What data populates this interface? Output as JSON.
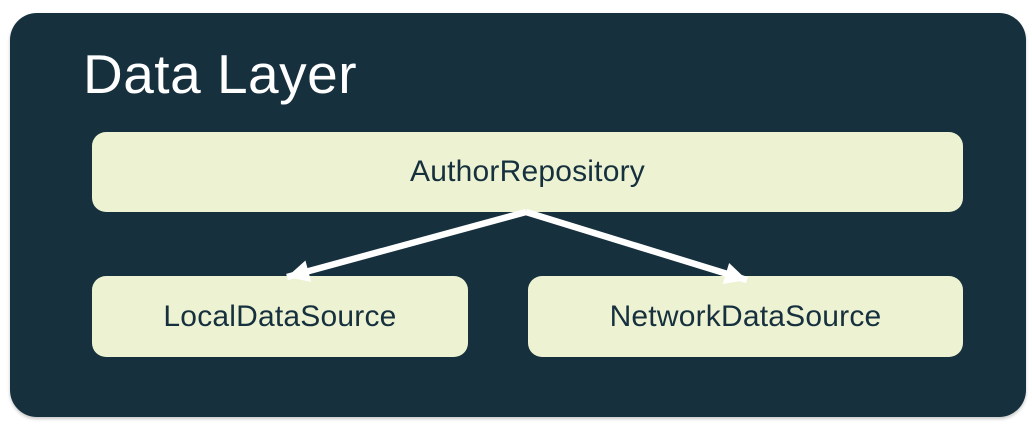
{
  "diagram": {
    "title": "Data Layer",
    "nodes": {
      "repository": {
        "label": "AuthorRepository"
      },
      "local": {
        "label": "LocalDataSource"
      },
      "network": {
        "label": "NetworkDataSource"
      }
    },
    "edges": [
      {
        "from": "AuthorRepository",
        "to": "LocalDataSource"
      },
      {
        "from": "AuthorRepository",
        "to": "NetworkDataSource"
      }
    ],
    "colors": {
      "page_bg": "#ffffff",
      "container_bg": "#16303e",
      "node_bg": "#edf2d2",
      "node_text": "#16303e",
      "title_text": "#ffffff",
      "arrow": "#ffffff"
    }
  }
}
